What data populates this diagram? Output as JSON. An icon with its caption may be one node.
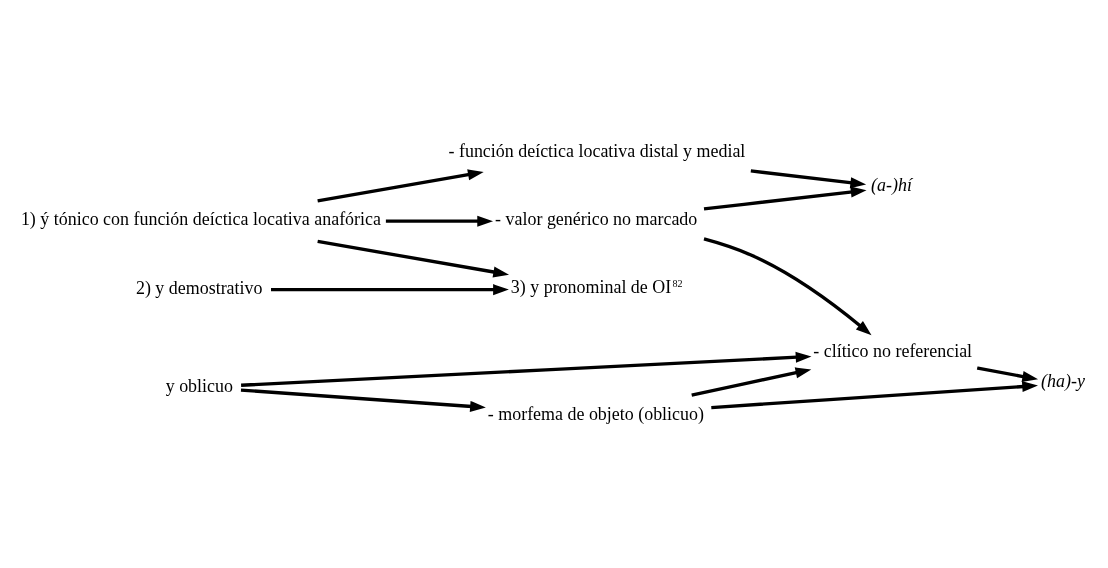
{
  "diagram": {
    "nodes": [
      {
        "text": [
          "1) ý tónico con función deíctica locativa anafórica"
        ]
      },
      {
        "text": [
          "- función deíctica locativa distal y medial"
        ]
      },
      {
        "text": [
          "- valor genérico no marcado"
        ]
      },
      {
        "text": [
          "(a-)hí"
        ]
      },
      {
        "text": [
          "- clítico no referencial"
        ]
      },
      {
        "text": [
          "- morfema de objeto (oblicuo)"
        ]
      },
      {
        "text": [
          "(ha)-y"
        ]
      },
      {
        "text": [
          "3) y pronominal de OI$^{82}$"
        ]
      },
      {
        "text": [
          "2) y demostrativo"
        ]
      },
      {
        "text": [
          "y oblicuo"
        ]
      }
    ],
    "edges": [
      {
        "from": 0,
        "to": 1,
        "arrow": "to"
      },
      {
        "from": 0,
        "to": 2,
        "arrow": "to"
      },
      {
        "from": 1,
        "to": 3,
        "arrow": "to"
      },
      {
        "from": 2,
        "to": 3,
        "arrow": "to"
      },
      {
        "from": 2,
        "to": 4,
        "arrow": "to"
      },
      {
        "from": 0,
        "to": 7,
        "arrow": "to"
      },
      {
        "from": 8,
        "to": 7,
        "arrow": "to"
      },
      {
        "from": 9,
        "to": 4,
        "arrow": "to"
      },
      {
        "from": 9,
        "to": 5,
        "arrow": "to"
      },
      {
        "from": 5,
        "to": 4,
        "arrow": "to"
      },
      {
        "from": 4,
        "to": 6,
        "arrow": "to"
      },
      {
        "from": 5,
        "to": 6,
        "arrow": "to"
      }
    ]
  }
}
